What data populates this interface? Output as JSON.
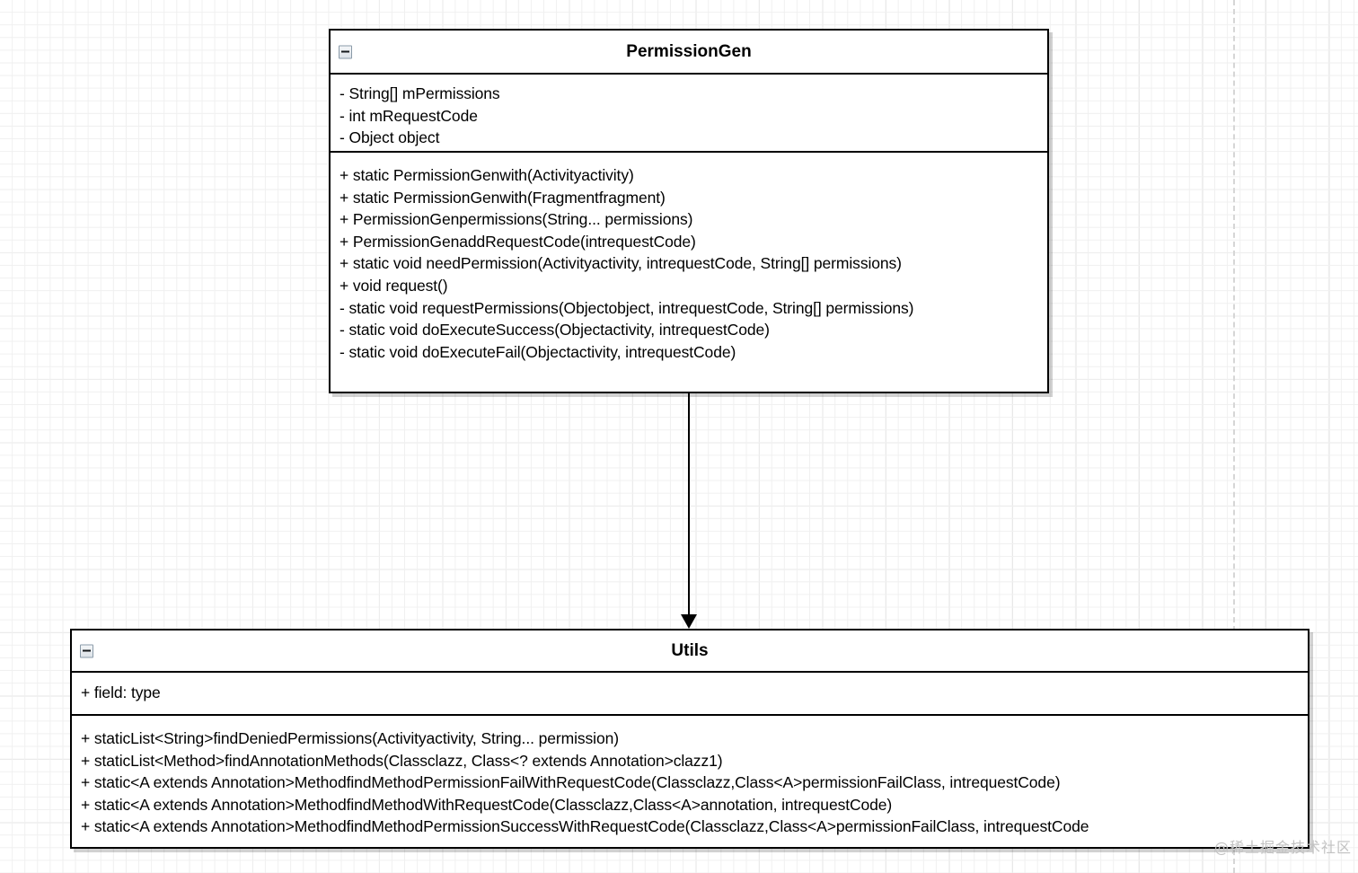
{
  "canvas": {
    "background_color": "#ffffff",
    "grid_minor_color": "#f0f0f0",
    "grid_major_color": "#e2e2e2",
    "page_guide_color": "#d6d6d6"
  },
  "classes": [
    {
      "id": "permission-gen",
      "name": "PermissionGen",
      "collapse_icon": "collapse-minus-icon",
      "attributes": [
        "- String[] mPermissions",
        "- int  mRequestCode",
        "- Object object"
      ],
      "methods": [
        "+ static PermissionGenwith(Activityactivity)",
        "+ static PermissionGenwith(Fragmentfragment)",
        "+ PermissionGenpermissions(String... permissions)",
        "+ PermissionGenaddRequestCode(intrequestCode)",
        "+ static void needPermission(Activityactivity, intrequestCode, String[] permissions)",
        "+ void request()",
        "- static void requestPermissions(Objectobject, intrequestCode, String[] permissions)",
        "- static void doExecuteSuccess(Objectactivity, intrequestCode)",
        "- static void doExecuteFail(Objectactivity, intrequestCode)"
      ]
    },
    {
      "id": "utils",
      "name": "Utils",
      "collapse_icon": "collapse-minus-icon",
      "attributes": [
        "+ field: type"
      ],
      "methods": [
        "+ staticList<String>findDeniedPermissions(Activityactivity, String... permission)",
        "+ staticList<Method>findAnnotationMethods(Classclazz, Class<? extends Annotation>clazz1)",
        "+ static<A extends Annotation>MethodfindMethodPermissionFailWithRequestCode(Classclazz,Class<A>permissionFailClass, intrequestCode)",
        "+ static<A extends Annotation>MethodfindMethodWithRequestCode(Classclazz,Class<A>annotation, intrequestCode)",
        "+ static<A extends Annotation>MethodfindMethodPermissionSuccessWithRequestCode(Classclazz,Class<A>permissionFailClass, intrequestCode"
      ]
    }
  ],
  "connector": {
    "name": "dependency-arrow",
    "from": "PermissionGen",
    "to": "Utils",
    "arrow_style": "filled-triangle-down"
  },
  "watermark": {
    "text": "@稀土掘金技术社区"
  }
}
